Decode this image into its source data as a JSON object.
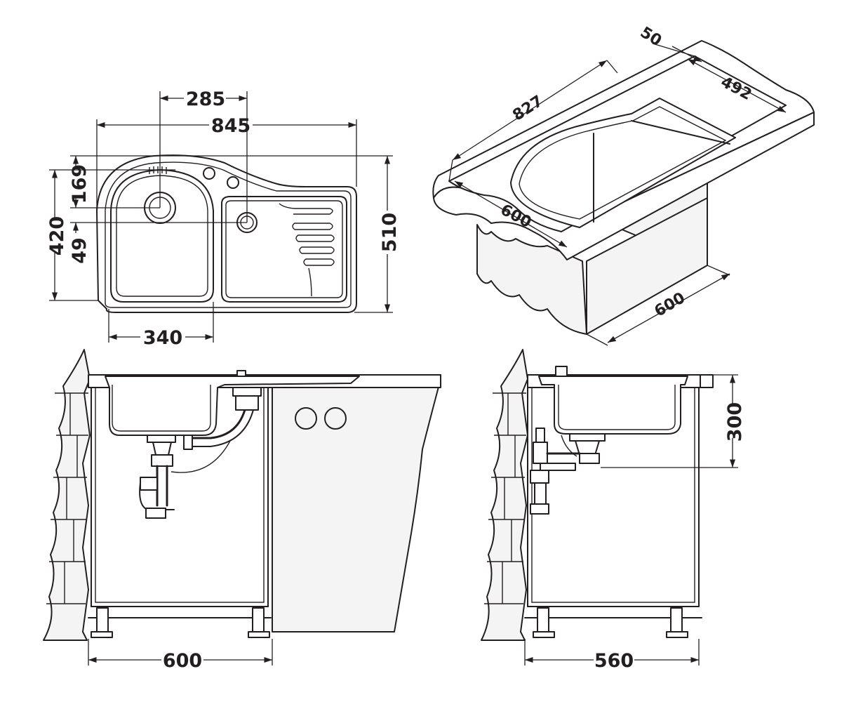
{
  "plan_view": {
    "dim_285": "285",
    "dim_845": "845",
    "dim_169": "169",
    "dim_420": "420",
    "dim_49": "49",
    "dim_510": "510",
    "dim_340": "340"
  },
  "iso_view": {
    "dim_50": "50",
    "dim_827": "827",
    "dim_492": "492",
    "dim_600_top": "600",
    "dim_600_side": "600"
  },
  "front_view": {
    "dim_600": "600"
  },
  "side_view": {
    "dim_560": "560",
    "dim_300": "300"
  },
  "colors": {
    "line": "#231f20",
    "background": "#ffffff"
  }
}
